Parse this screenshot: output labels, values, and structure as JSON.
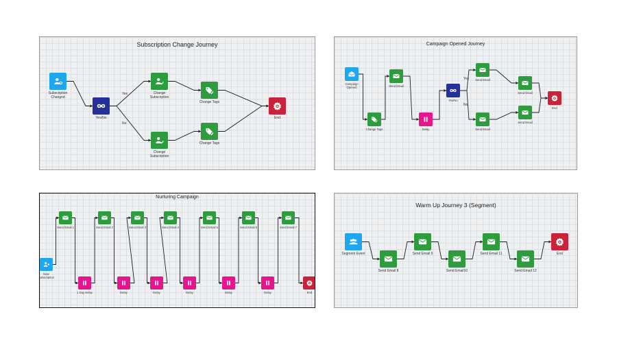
{
  "colors": {
    "trigger": "#1ea7ee",
    "decision": "#26309a",
    "action": "#2e9c3e",
    "delay": "#e5168c",
    "end": "#c8233a",
    "wire": "#1e1e1e"
  },
  "panels": [
    {
      "title": "Subscription Change Journey",
      "nodes": [
        {
          "type": "trigger",
          "icon": "user-change-icon",
          "label": "Subscription\nChangnd"
        },
        {
          "type": "decision",
          "icon": "infinity-icon",
          "label": "Yes/No"
        },
        {
          "type": "action",
          "icon": "user-check-icon",
          "label": "Change\nSubscription"
        },
        {
          "type": "action",
          "icon": "user-check-icon",
          "label": "Change\nSubscription"
        },
        {
          "type": "action",
          "icon": "tag-check-icon",
          "label": "Change Tags"
        },
        {
          "type": "action",
          "icon": "tag-check-icon",
          "label": "Change Tags"
        },
        {
          "type": "end",
          "icon": "gear-icon",
          "label": "End"
        }
      ],
      "edge_labels": [
        "Yes",
        "No"
      ]
    },
    {
      "title": "Campaign Opened Journey",
      "nodes": [
        {
          "type": "trigger",
          "icon": "envelope-open-icon",
          "label": "Campaign\nOpened"
        },
        {
          "type": "action",
          "icon": "tag-check-icon",
          "label": "Change Tags"
        },
        {
          "type": "action",
          "icon": "envelope-icon",
          "label": "Send Email"
        },
        {
          "type": "delay",
          "icon": "pause-icon",
          "label": "Delay"
        },
        {
          "type": "decision",
          "icon": "infinity-icon",
          "label": "Yes/No"
        },
        {
          "type": "action",
          "icon": "envelope-icon",
          "label": "Send Email"
        },
        {
          "type": "action",
          "icon": "envelope-icon",
          "label": "Send Email"
        },
        {
          "type": "action",
          "icon": "envelope-icon",
          "label": "Send Email"
        },
        {
          "type": "action",
          "icon": "envelope-icon",
          "label": "Send Email"
        },
        {
          "type": "end",
          "icon": "gear-icon",
          "label": "End"
        }
      ],
      "edge_labels": [
        "Yes",
        "No"
      ]
    },
    {
      "title": "Nurturing Campaign",
      "nodes": [
        {
          "type": "trigger",
          "icon": "user-plus-icon",
          "label": "New\nSubscription"
        },
        {
          "type": "action",
          "icon": "envelope-icon",
          "label": "Send Email 1"
        },
        {
          "type": "delay",
          "icon": "pause-icon",
          "label": "1 Day Delay"
        },
        {
          "type": "action",
          "icon": "envelope-icon",
          "label": "Send Email 2"
        },
        {
          "type": "delay",
          "icon": "pause-icon",
          "label": "Delay"
        },
        {
          "type": "action",
          "icon": "envelope-icon",
          "label": "Send Email 3"
        },
        {
          "type": "delay",
          "icon": "pause-icon",
          "label": "Delay"
        },
        {
          "type": "action",
          "icon": "envelope-icon",
          "label": "Send Email 4"
        },
        {
          "type": "delay",
          "icon": "pause-icon",
          "label": "Delay"
        },
        {
          "type": "action",
          "icon": "envelope-icon",
          "label": "Send Email 5"
        },
        {
          "type": "delay",
          "icon": "pause-icon",
          "label": "Delay"
        },
        {
          "type": "action",
          "icon": "envelope-icon",
          "label": "Send Email 6"
        },
        {
          "type": "delay",
          "icon": "pause-icon",
          "label": "Delay"
        },
        {
          "type": "action",
          "icon": "envelope-icon",
          "label": "Send Email 7"
        },
        {
          "type": "end",
          "icon": "gear-icon",
          "label": "End"
        }
      ],
      "edge_labels": []
    },
    {
      "title": "Warm Up Journey 3 (Segment)",
      "nodes": [
        {
          "type": "trigger",
          "icon": "users-icon",
          "label": "Segment Event"
        },
        {
          "type": "action",
          "icon": "envelope-icon",
          "label": "Send Email 8"
        },
        {
          "type": "action",
          "icon": "envelope-icon",
          "label": "Send Email 9"
        },
        {
          "type": "action",
          "icon": "envelope-icon",
          "label": "Send Email10"
        },
        {
          "type": "action",
          "icon": "envelope-icon",
          "label": "Send Email 11"
        },
        {
          "type": "action",
          "icon": "envelope-icon",
          "label": "Send Email 12"
        },
        {
          "type": "end",
          "icon": "gear-icon",
          "label": "End"
        }
      ],
      "edge_labels": []
    }
  ]
}
